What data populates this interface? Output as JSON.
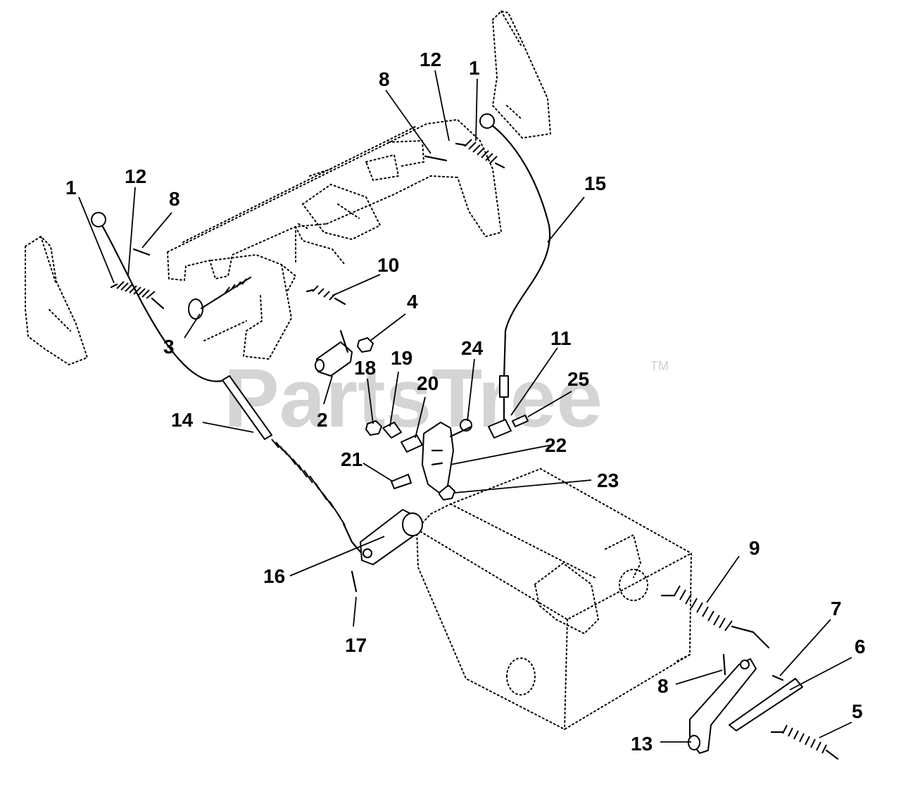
{
  "watermark": {
    "brand": "PartsTree",
    "trademark": "TM"
  },
  "callouts": [
    {
      "key": "c1a",
      "text": "1"
    },
    {
      "key": "c12a",
      "text": "12"
    },
    {
      "key": "c8a",
      "text": "8"
    },
    {
      "key": "c12b",
      "text": "12"
    },
    {
      "key": "c1b",
      "text": "1"
    },
    {
      "key": "c8b",
      "text": "8"
    },
    {
      "key": "c15",
      "text": "15"
    },
    {
      "key": "c10",
      "text": "10"
    },
    {
      "key": "c4",
      "text": "4"
    },
    {
      "key": "c3",
      "text": "3"
    },
    {
      "key": "c11",
      "text": "11"
    },
    {
      "key": "c24",
      "text": "24"
    },
    {
      "key": "c19",
      "text": "19"
    },
    {
      "key": "c18",
      "text": "18"
    },
    {
      "key": "c20",
      "text": "20"
    },
    {
      "key": "c25",
      "text": "25"
    },
    {
      "key": "c2",
      "text": "2"
    },
    {
      "key": "c14",
      "text": "14"
    },
    {
      "key": "c22",
      "text": "22"
    },
    {
      "key": "c21",
      "text": "21"
    },
    {
      "key": "c23",
      "text": "23"
    },
    {
      "key": "c9",
      "text": "9"
    },
    {
      "key": "c16",
      "text": "16"
    },
    {
      "key": "c7",
      "text": "7"
    },
    {
      "key": "c17",
      "text": "17"
    },
    {
      "key": "c6",
      "text": "6"
    },
    {
      "key": "c8c",
      "text": "8"
    },
    {
      "key": "c5",
      "text": "5"
    },
    {
      "key": "c13",
      "text": "13"
    }
  ]
}
